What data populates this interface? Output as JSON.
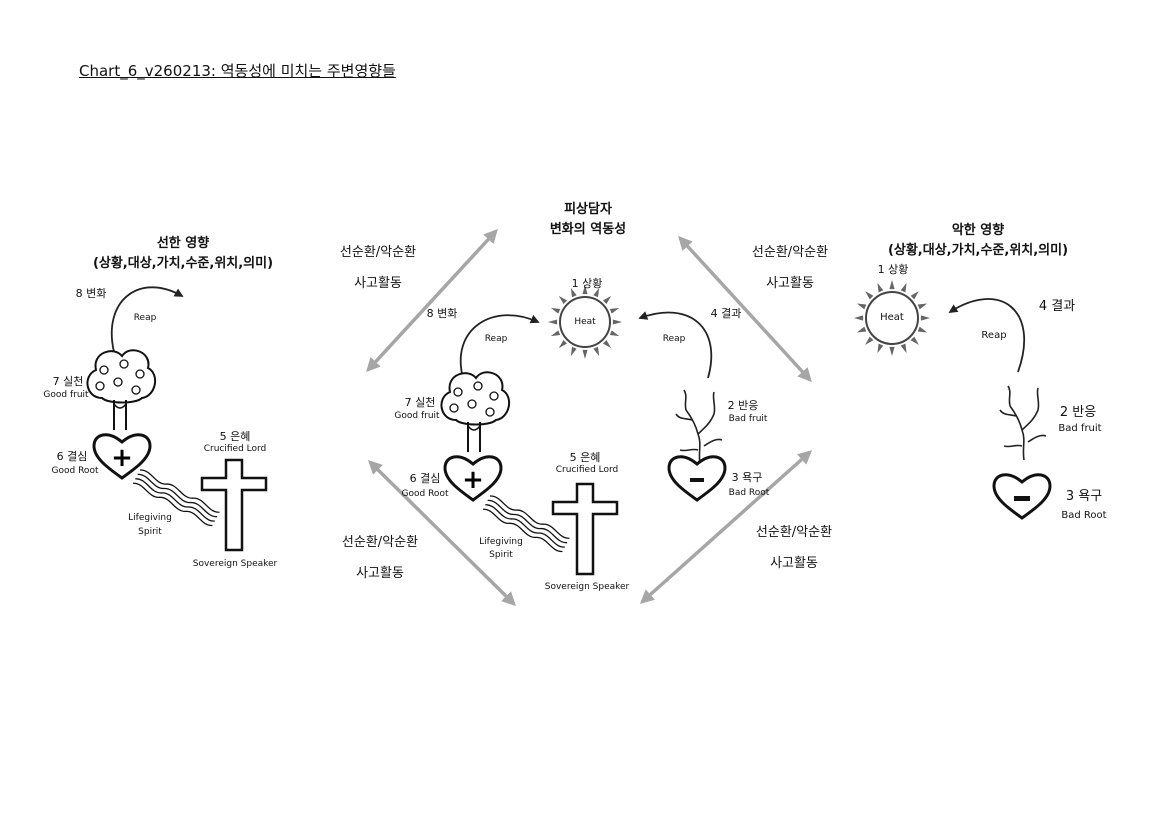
{
  "title": "Chart_6_v260213: 역동성에 미치는 주변영향들",
  "center_heading": {
    "line1": "피상담자",
    "line2": "변화의 역동성"
  },
  "left_heading": {
    "line1": "선한 영향",
    "line2": "(상황,대상,가치,수준,위치,의미)"
  },
  "right_heading": {
    "line1": "악한 영향",
    "line2": "(상황,대상,가치,수준,위치,의미)"
  },
  "cycle_labels": {
    "line1": "선순환/악순환",
    "line2": "사고활동"
  },
  "good_side": {
    "change": "8 변화",
    "reap": "Reap",
    "practice": "7 실천",
    "good_fruit": "Good fruit",
    "decision": "6 결심",
    "good_root": "Good Root",
    "grace": "5 은혜",
    "crucified_lord": "Crucified Lord",
    "lifegiving": "Lifegiving",
    "spirit": "Spirit",
    "sovereign_speaker": "Sovereign Speaker"
  },
  "bad_side": {
    "situation": "1 상황",
    "heat": "Heat",
    "result": "4 결과",
    "reap": "Reap",
    "reaction": "2 반응",
    "bad_fruit": "Bad fruit",
    "desire": "3 욕구",
    "bad_root": "Bad Root"
  },
  "icons": [
    "tree-icon",
    "heart-plus-icon",
    "cross-icon",
    "wavy-lines-icon",
    "sun-icon",
    "bare-tree-icon",
    "heart-minus-icon",
    "curved-arrow-icon",
    "double-arrow-icon"
  ],
  "colors": {
    "arrow_gray": "#a6a6a6",
    "ink": "#111111",
    "sun_gray": "#555555"
  }
}
